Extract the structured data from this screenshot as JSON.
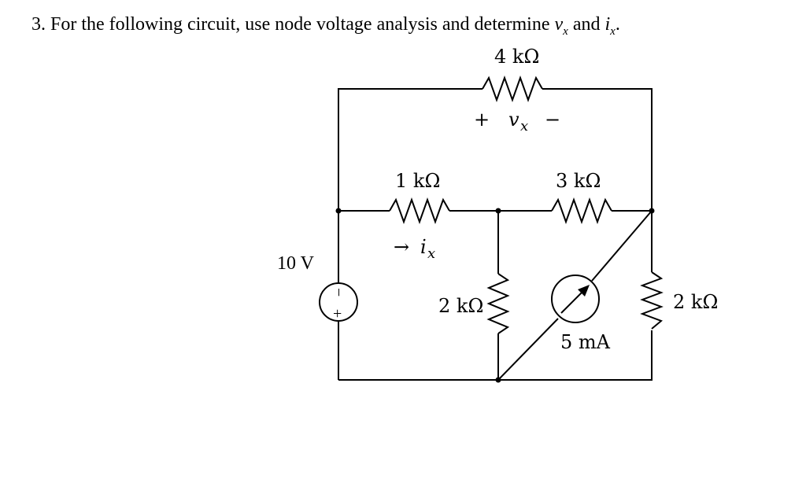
{
  "question": {
    "prefix": "3. For the following circuit, use node voltage analysis and determine ",
    "var1": "v",
    "sub1": "x",
    "middle": " and ",
    "var2": "i",
    "sub2": "x",
    "suffix": "."
  },
  "labels": {
    "r_top": "4 kΩ",
    "vx_plus": "+",
    "vx_var": "v",
    "vx_sub": "x",
    "vx_minus": "−",
    "r1": "1 kΩ",
    "ix_arrow": "→",
    "ix_var": "i",
    "ix_sub": "x",
    "r3": "3 kΩ",
    "voltage_source": "10 V",
    "vs_minus": "−",
    "vs_plus": "+",
    "r2_mid": "2 kΩ",
    "current_source": "5 mA",
    "r2_right": "2 kΩ"
  }
}
